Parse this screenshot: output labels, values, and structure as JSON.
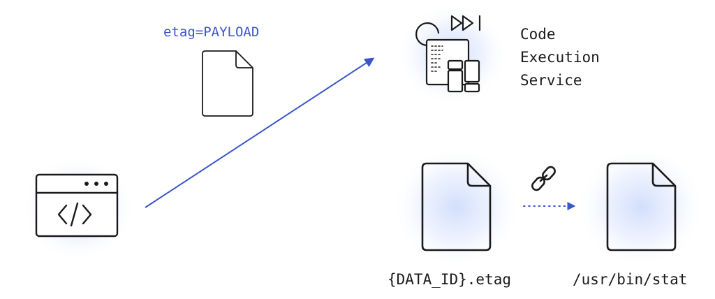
{
  "colors": {
    "accent": "#3a55c9",
    "stroke": "#1a1a1a",
    "glow": "#cfdcfb",
    "text": "#1a1a1a"
  },
  "labels": {
    "payload": "etag=PAYLOAD",
    "service_line1": "Code",
    "service_line2": "Execution",
    "service_line3": "Service",
    "data_file": "{DATA_ID}.etag",
    "target_file": "/usr/bin/stat"
  },
  "icons": {
    "browser": "code-window-icon",
    "payload_file": "document-icon",
    "service": "code-execution-service-icon",
    "link": "chain-link-icon"
  }
}
